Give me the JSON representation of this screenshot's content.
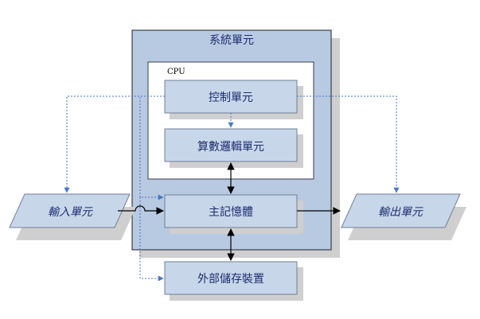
{
  "diagram": {
    "system_unit": "系統單元",
    "cpu": "CPU",
    "control_unit": "控制單元",
    "alu": "算數邏輯單元",
    "main_memory": "主記憶體",
    "input_unit": "輸入單元",
    "output_unit": "輸出單元",
    "external_storage": "外部儲存裝置"
  },
  "colors": {
    "box_fill": "#c8d6ea",
    "box_stroke": "#6f7f97",
    "system_fill": "#b8c9e2",
    "shadow": "#cfcfcf",
    "text": "#1b2e6e",
    "dotted_line": "#4a78c4",
    "arrow": "#000000"
  }
}
